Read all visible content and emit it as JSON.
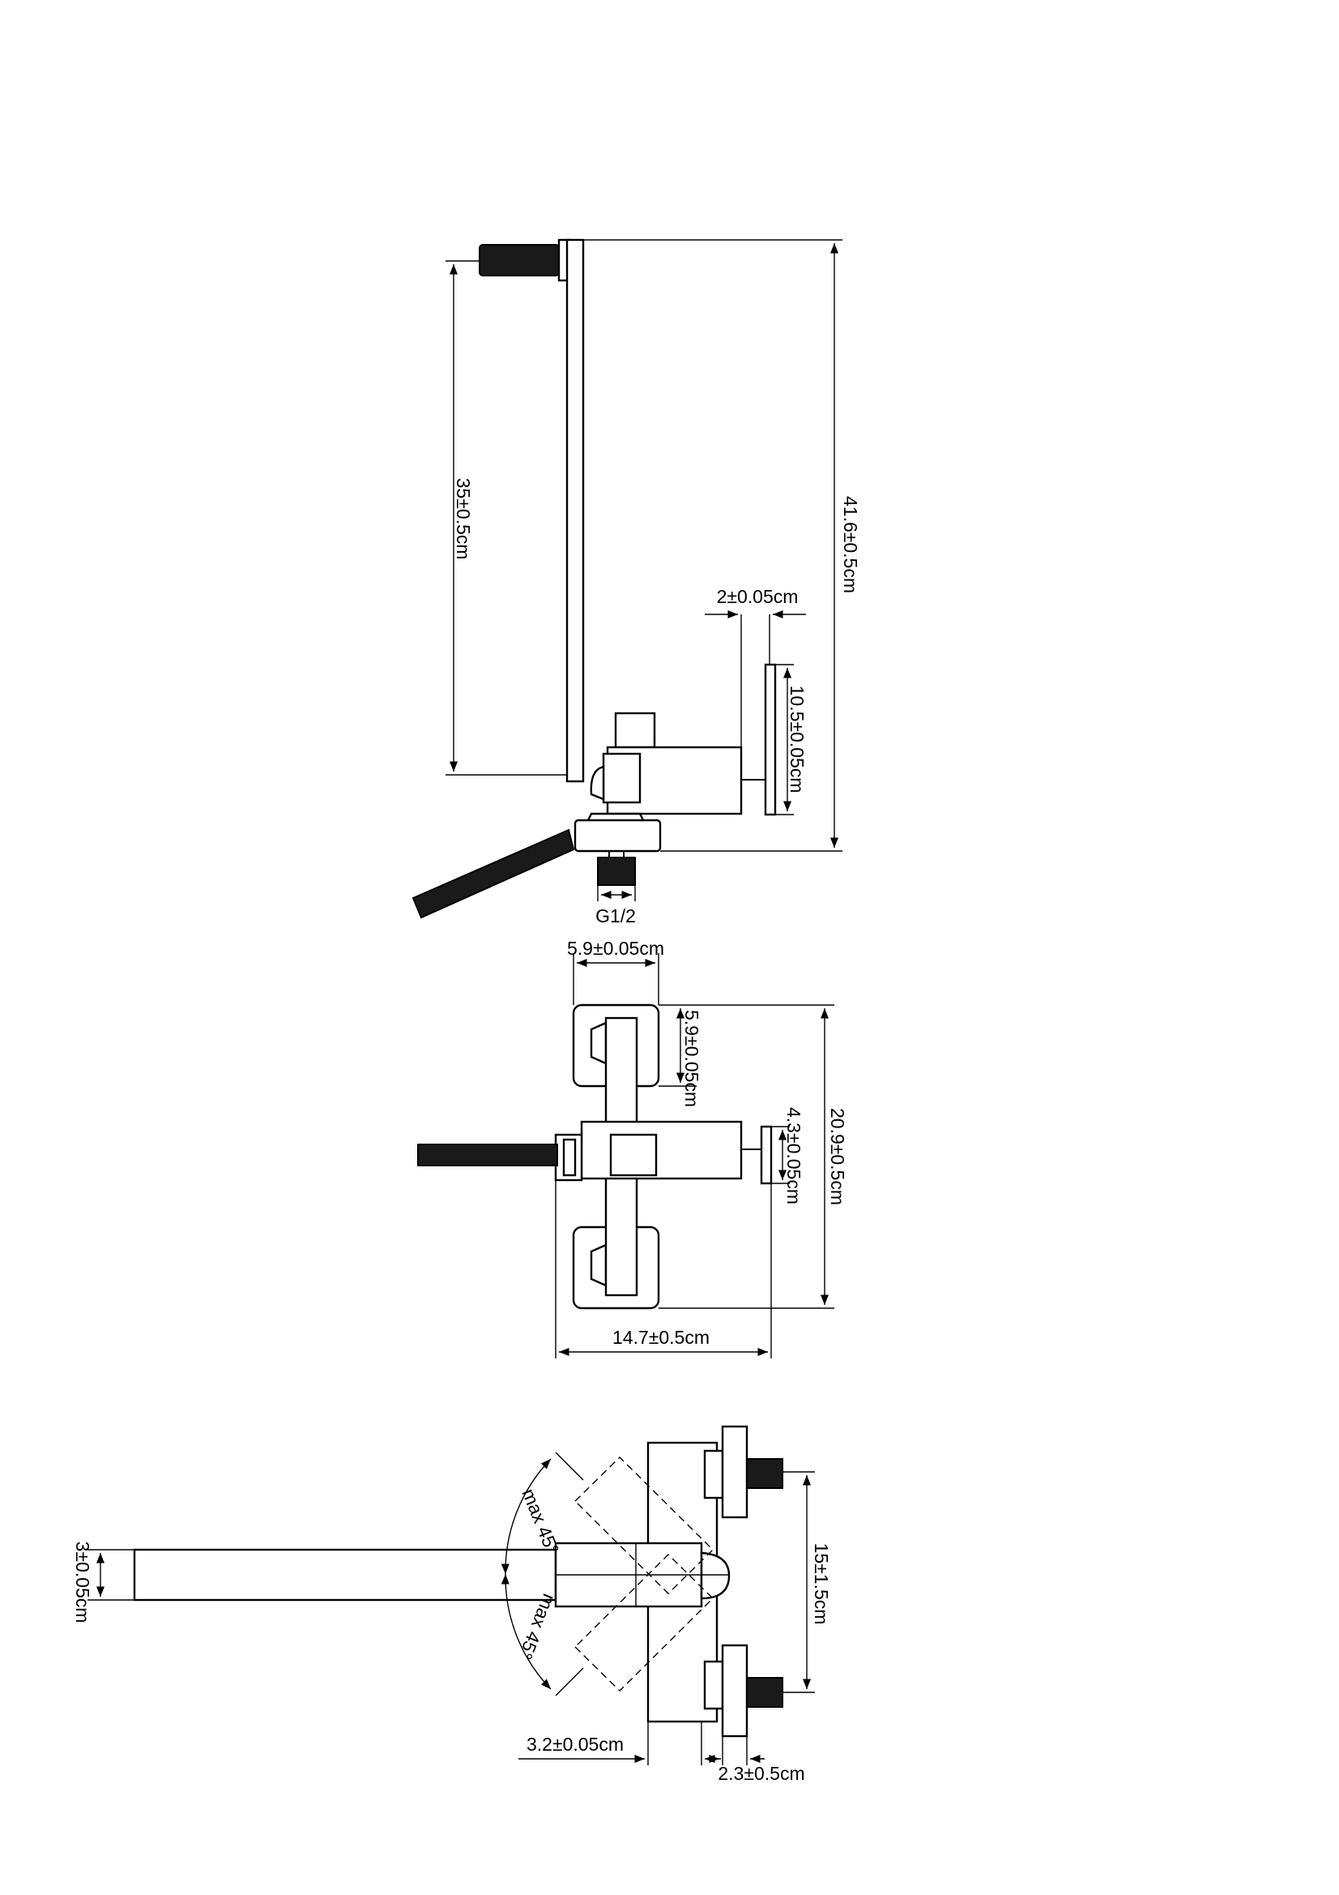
{
  "side_view": {
    "dim_total_height": "41.6±0.5cm",
    "dim_rail_height": "35±0.5cm",
    "dim_handle_depth": "2±0.05cm",
    "dim_handle_height": "10.5±0.05cm",
    "thread_label": "G1/2"
  },
  "top_view": {
    "dim_flange_width": "5.9±0.05cm",
    "dim_flange_height": "5.9±0.05cm",
    "dim_handle_width": "4.3±0.05cm",
    "dim_total_height": "20.9±0.5cm",
    "dim_total_width": "14.7±0.5cm"
  },
  "front_view": {
    "dim_spout_height": "3±0.05cm",
    "angle_up": "max 45°",
    "angle_down": "max 45°",
    "dim_center_distance": "15±1.5cm",
    "dim_body_width": "3.2±0.05cm",
    "dim_connector_width": "2.3±0.5cm"
  }
}
